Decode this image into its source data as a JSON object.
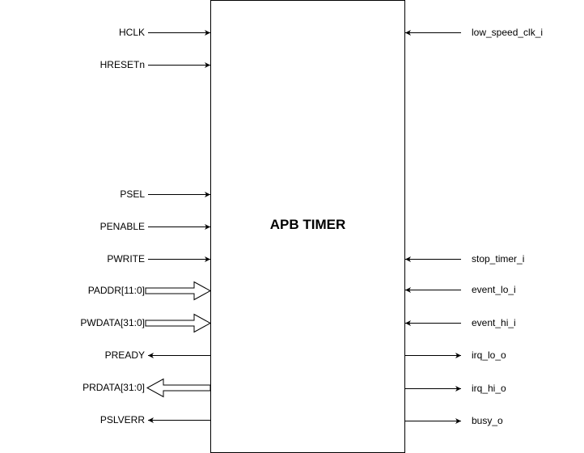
{
  "block": {
    "title": "APB TIMER"
  },
  "left_signals": [
    {
      "name": "HCLK",
      "direction": "in",
      "bus": false
    },
    {
      "name": "HRESETn",
      "direction": "in",
      "bus": false
    },
    {
      "name": "PSEL",
      "direction": "in",
      "bus": false
    },
    {
      "name": "PENABLE",
      "direction": "in",
      "bus": false
    },
    {
      "name": "PWRITE",
      "direction": "in",
      "bus": false
    },
    {
      "name": "PADDR[11:0]",
      "direction": "in",
      "bus": true
    },
    {
      "name": "PWDATA[31:0]",
      "direction": "in",
      "bus": true
    },
    {
      "name": "PREADY",
      "direction": "out",
      "bus": false
    },
    {
      "name": "PRDATA[31:0]",
      "direction": "out",
      "bus": true
    },
    {
      "name": "PSLVERR",
      "direction": "out",
      "bus": false
    }
  ],
  "right_signals": [
    {
      "name": "low_speed_clk_i",
      "direction": "in",
      "bus": false
    },
    {
      "name": "stop_timer_i",
      "direction": "in",
      "bus": false
    },
    {
      "name": "event_lo_i",
      "direction": "in",
      "bus": false
    },
    {
      "name": "event_hi_i",
      "direction": "in",
      "bus": false
    },
    {
      "name": "irq_lo_o",
      "direction": "out",
      "bus": false
    },
    {
      "name": "irq_hi_o",
      "direction": "out",
      "bus": false
    },
    {
      "name": "busy_o",
      "direction": "out",
      "bus": false
    }
  ]
}
